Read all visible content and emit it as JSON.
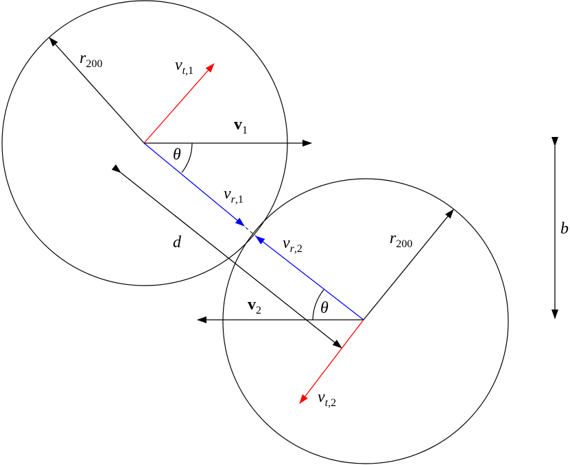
{
  "labels": {
    "r200_top": {
      "main": "r",
      "sub": "200"
    },
    "vt1": {
      "main": "v",
      "sub_a": "t",
      "sub_sep": ",",
      "sub_b": "1"
    },
    "v1": {
      "main": "v",
      "sub": "1"
    },
    "theta_top": "θ",
    "vr1": {
      "main": "v",
      "sub_a": "r",
      "sub_sep": ",",
      "sub_b": "1"
    },
    "d": "d",
    "vr2": {
      "main": "v",
      "sub_a": "r",
      "sub_sep": ",",
      "sub_b": "2"
    },
    "r200_bottom": {
      "main": "r",
      "sub": "200"
    },
    "v2": {
      "main": "v",
      "sub": "2"
    },
    "theta_bottom": "θ",
    "vt2": {
      "main": "v",
      "sub_a": "t",
      "sub_sep": ",",
      "sub_b": "2"
    },
    "b": "b"
  },
  "colors": {
    "black": "#000000",
    "red": "#ff0000",
    "blue": "#0000ff"
  }
}
